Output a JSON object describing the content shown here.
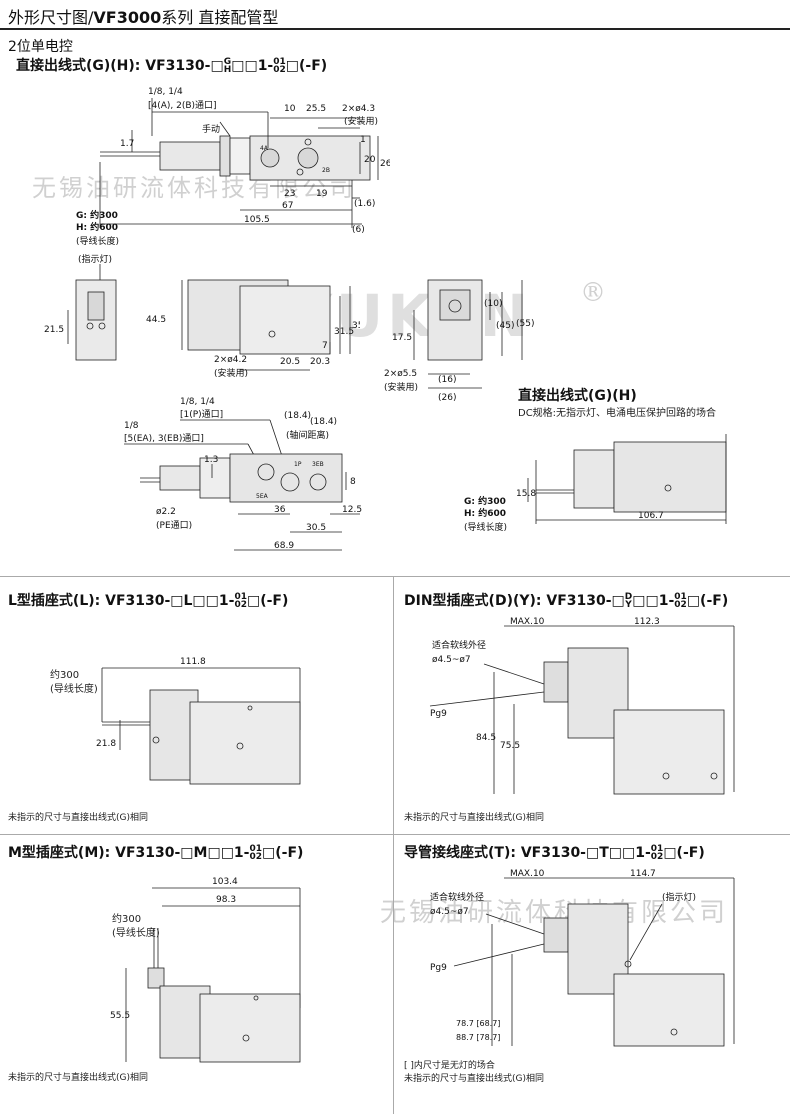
{
  "header": {
    "title_prefix": "外形尺寸图/",
    "title_series": "VF3000",
    "title_suffix": "系列  直接配管型"
  },
  "watermark": {
    "company": "无锡油研流体科技有限公司",
    "logo": "YUKEN",
    "registered_mark": "®"
  },
  "main": {
    "heading": "2位单电控",
    "subtitle": "直接出线式(G)(H): VF3130-□",
    "subtitle_stack_top": "G",
    "subtitle_stack_bottom": "H",
    "subtitle_mid": "□□1-",
    "subtitle_frac_top": "01",
    "subtitle_frac_bottom": "02",
    "subtitle_end": "□(-F)",
    "top_view": {
      "port_size": "1/8, 1/4",
      "port_label": "[4(A), 2(B)通口]",
      "manual": "手动",
      "dim_10": "10",
      "dim_25_5": "25.5",
      "mount_holes": "2×ø4.3",
      "mount_label": "(安装用)",
      "dim_1_7": "1.7",
      "dim_20": "20",
      "dim_26_4": "26.4",
      "dim_1": "1",
      "dim_23": "23",
      "dim_19": "19",
      "dim_1_6": "(1.6)",
      "dim_67": "67",
      "dim_105_5": "105.5",
      "dim_6": "(6)",
      "lead_g": "G: 约300",
      "lead_h": "H: 约600",
      "lead_label": "(导线长度)",
      "port_4a": "4A",
      "port_2b": "2B"
    },
    "front_view": {
      "indicator": "(指示灯)",
      "dim_21_5": "21.5",
      "dim_44_5": "44.5",
      "dim_31_5": "31.5",
      "dim_35": "35",
      "dim_7": "7",
      "mount_holes": "2×ø4.2",
      "mount_label": "(安装用)",
      "dim_20_5": "20.5",
      "dim_20_3": "20.3"
    },
    "side_view": {
      "dim_17_5": "17.5",
      "dim_10": "(10)",
      "dim_45": "(45)",
      "dim_55": "(55)",
      "mount_holes": "2×ø5.5",
      "mount_label": "(安装用)",
      "dim_16": "(16)",
      "dim_26": "(26)"
    },
    "bottom_view": {
      "port_size_p": "1/8, 1/4",
      "port_label_p": "[1(P)通口]",
      "port_size_e": "1/8",
      "port_label_e": "[5(EA), 3(EB)通口]",
      "dim_18_4a": "(18.4)",
      "dim_18_4b": "(18.4)",
      "axis_label": "(轴间距离)",
      "dim_1_3": "1.3",
      "dim_8": "8",
      "dim_36": "36",
      "dim_12_5": "12.5",
      "dim_30_5": "30.5",
      "dim_68_9": "68.9",
      "pe_size": "ø2.2",
      "pe_label": "(PE通口)",
      "port_5ea": "5EA",
      "port_1p": "1P",
      "port_3eb": "3EB"
    },
    "dc_view": {
      "title": "直接出线式(G)(H)",
      "note": "DC规格:无指示灯、电涌电压保护回路的场合",
      "dim_15_8": "15.8",
      "dim_106_7": "106.7",
      "lead_g": "G: 约300",
      "lead_h": "H: 约600",
      "lead_label": "(导线长度)"
    }
  },
  "panel_l": {
    "title": "L型插座式(L): VF3130-□L□□1-",
    "frac_top": "01",
    "frac_bottom": "02",
    "end": "□(-F)",
    "lead": "约300",
    "lead_label": "(导线长度)",
    "dim_111_8": "111.8",
    "dim_21_8": "21.8",
    "footnote": "未指示的尺寸与直接出线式(G)相同"
  },
  "panel_din": {
    "title": "DIN型插座式(D)(Y): VF3130-□",
    "stack_top": "D",
    "stack_bottom": "Y",
    "mid": "□□1-",
    "frac_top": "01",
    "frac_bottom": "02",
    "end": "□(-F)",
    "max": "MAX.10",
    "dim_112_3": "112.3",
    "cable_label": "适合软线外径",
    "cable_range": "ø4.5~ø7",
    "pg": "Pg9",
    "dim_84_5": "84.5",
    "dim_75_5": "75.5",
    "footnote": "未指示的尺寸与直接出线式(G)相同"
  },
  "panel_m": {
    "title": "M型插座式(M): VF3130-□M□□1-",
    "frac_top": "01",
    "frac_bottom": "02",
    "end": "□(-F)",
    "lead": "约300",
    "lead_label": "(导线长度)",
    "dim_103_4": "103.4",
    "dim_98_3": "98.3",
    "dim_55_5": "55.5",
    "footnote": "未指示的尺寸与直接出线式(G)相同"
  },
  "panel_t": {
    "title": "导管接线座式(T): VF3130-□T□□1-",
    "frac_top": "01",
    "frac_bottom": "02",
    "end": "□(-F)",
    "max": "MAX.10",
    "dim_114_7": "114.7",
    "indicator": "(指示灯)",
    "cable_label": "适合软线外径",
    "cable_range": "ø4.5~ø7",
    "pg": "Pg9",
    "dim_88_7": "88.7 [78.7]",
    "dim_78_7": "78.7 [68.7]",
    "footnote_1": "[  ]内尺寸是无灯的场合",
    "footnote_2": "未指示的尺寸与直接出线式(G)相同"
  }
}
